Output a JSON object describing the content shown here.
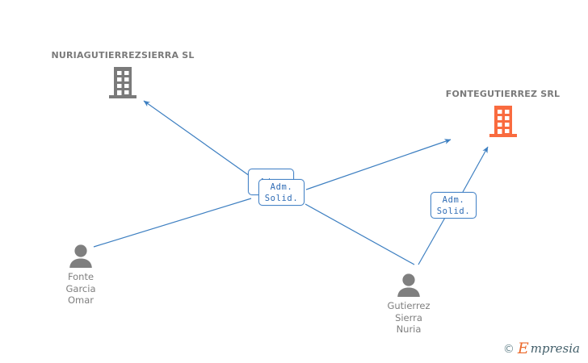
{
  "diagram": {
    "type": "relationship-graph",
    "background_color": "#ffffff",
    "edge_color": "#3d7fc1",
    "company_gray_color": "#7a7a7a",
    "company_orange_color": "#f96b3f",
    "person_color": "#7f7f7f",
    "box_border_color": "#4a86c8",
    "box_text_color": "#2f6cb5"
  },
  "nodes": {
    "company_left": {
      "label": "NURIAGUTIERREZSIERRA SL",
      "icon": "building-icon",
      "color": "#7a7a7a"
    },
    "company_right": {
      "label": "FONTEGUTIERREZ SRL",
      "icon": "building-icon",
      "color": "#f96b3f"
    },
    "person_left": {
      "line1": "Fonte",
      "line2": "Garcia",
      "line3": "Omar",
      "icon": "person-icon",
      "color": "#7f7f7f"
    },
    "person_right": {
      "line1": "Gutierrez",
      "line2": "Sierra",
      "line3": "Nuria",
      "icon": "person-icon",
      "color": "#7f7f7f"
    }
  },
  "relation_boxes": {
    "center_back": {
      "line1": "Adm."
    },
    "center_front": {
      "line1": "Adm.",
      "line2": "Solid."
    },
    "right": {
      "line1": "Adm.",
      "line2": "Solid."
    }
  },
  "watermark": {
    "copyright": "©",
    "brand_initial": "E",
    "brand_rest": "mpresia"
  }
}
